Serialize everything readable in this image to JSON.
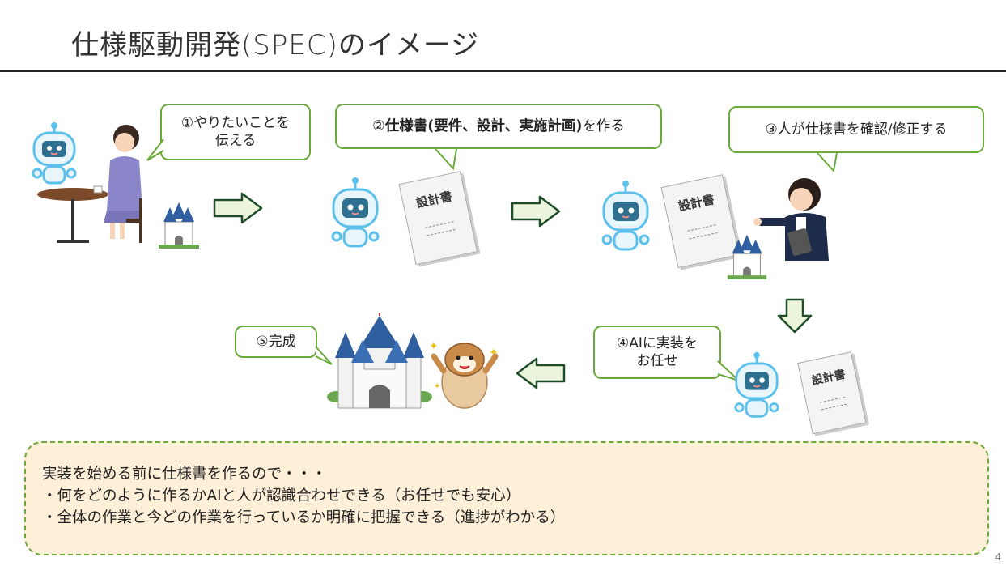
{
  "slide": {
    "title": "仕様駆動開発(SPEC)のイメージ",
    "page_number": "4"
  },
  "steps": {
    "step1": "①やりたいことを伝える",
    "step2_prefix": "②",
    "step2_bold": "仕様書(要件、設計、実施計画)",
    "step2_suffix": "を作る",
    "step3": "③人が仕様書を確認/修正する",
    "step4_line1": "④AIに実装を",
    "step4_line2": "お任せ",
    "step5": "⑤完成"
  },
  "document_label": "設計書",
  "note": {
    "lead": "実装を始める前に仕様書を作るので・・・",
    "points": [
      "・何をどのように作るかAIと人が認識合わせできる（お任せでも安心）",
      "・全体の作業と今どの作業を行っているか明確に把握できる（進捗がわかる）"
    ]
  },
  "colors": {
    "bubble_border": "#6aaa3a",
    "arrow_fill": "#eaf5dc",
    "arrow_stroke": "#1f4d2a",
    "note_background": "#fdefd8",
    "robot_blue": "#5bc0eb"
  }
}
